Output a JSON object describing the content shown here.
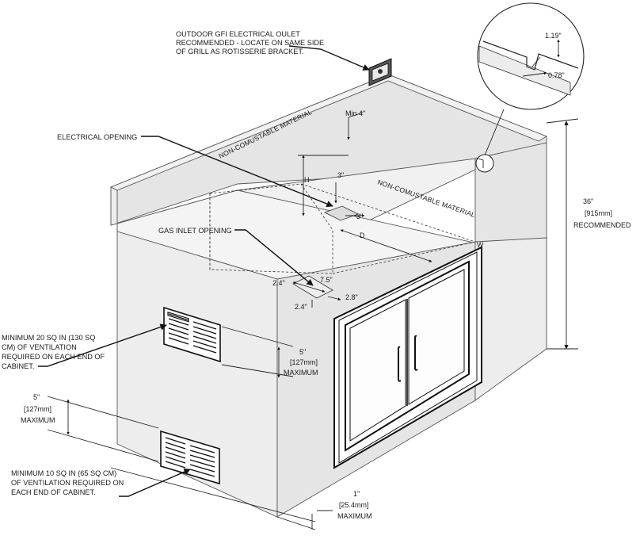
{
  "callouts": {
    "gfi_outlet": [
      "OUTDOOR GFI ELECTRICAL OULET",
      "RECOMMENDED - LOCATE ON SAME SIDE",
      "OF GRILL AS ROTISSERIE BRACKET."
    ],
    "electrical_opening": "ELECTRICAL OPENING",
    "gas_inlet_opening": "GAS INLET OPENING",
    "vent_upper": [
      "MINIMUM 20 SQ IN (130 SQ",
      "CM) OF VENTILATION",
      "REQUIRED ON EACH END OF",
      "CABINET."
    ],
    "vent_lower": [
      "MINIMUM 10 SQ IN (65 SQ CM)",
      "OF VENTILATION REQUIRED ON",
      "EACH END OF CABINET."
    ],
    "non_combustible_back": "NON-COMUSTABLE MATERIAL",
    "non_combustible_side": "NON-COMUSTABLE MATERIAL"
  },
  "dimensions": {
    "min_4": "Min 4\"",
    "h": "H",
    "d": "D",
    "w": "W",
    "three_in_a": "3\"",
    "three_in_b": "3\"",
    "gas_2_4_a": "2.4\"",
    "gas_7_5": "7.5\"",
    "gas_2_8": "2.8\"",
    "gas_2_4_b": "2.4\"",
    "height_36": [
      "36\"",
      "[915mm]",
      "RECOMMENDED"
    ],
    "vent_gap_upper": [
      "5\"",
      "[127mm]",
      "MAXIMUM"
    ],
    "vent_gap_lower": [
      "5\"",
      "[127mm]",
      "MAXIMUM"
    ],
    "bottom_gap": [
      "1\"",
      "[25.4mm]",
      "MAXIMUM"
    ],
    "detail_1_19": "1.19\"",
    "detail_0_78": "0.78\""
  },
  "icons": [
    "outlet-icon",
    "vent-grille-icon",
    "door-handle-icon"
  ]
}
